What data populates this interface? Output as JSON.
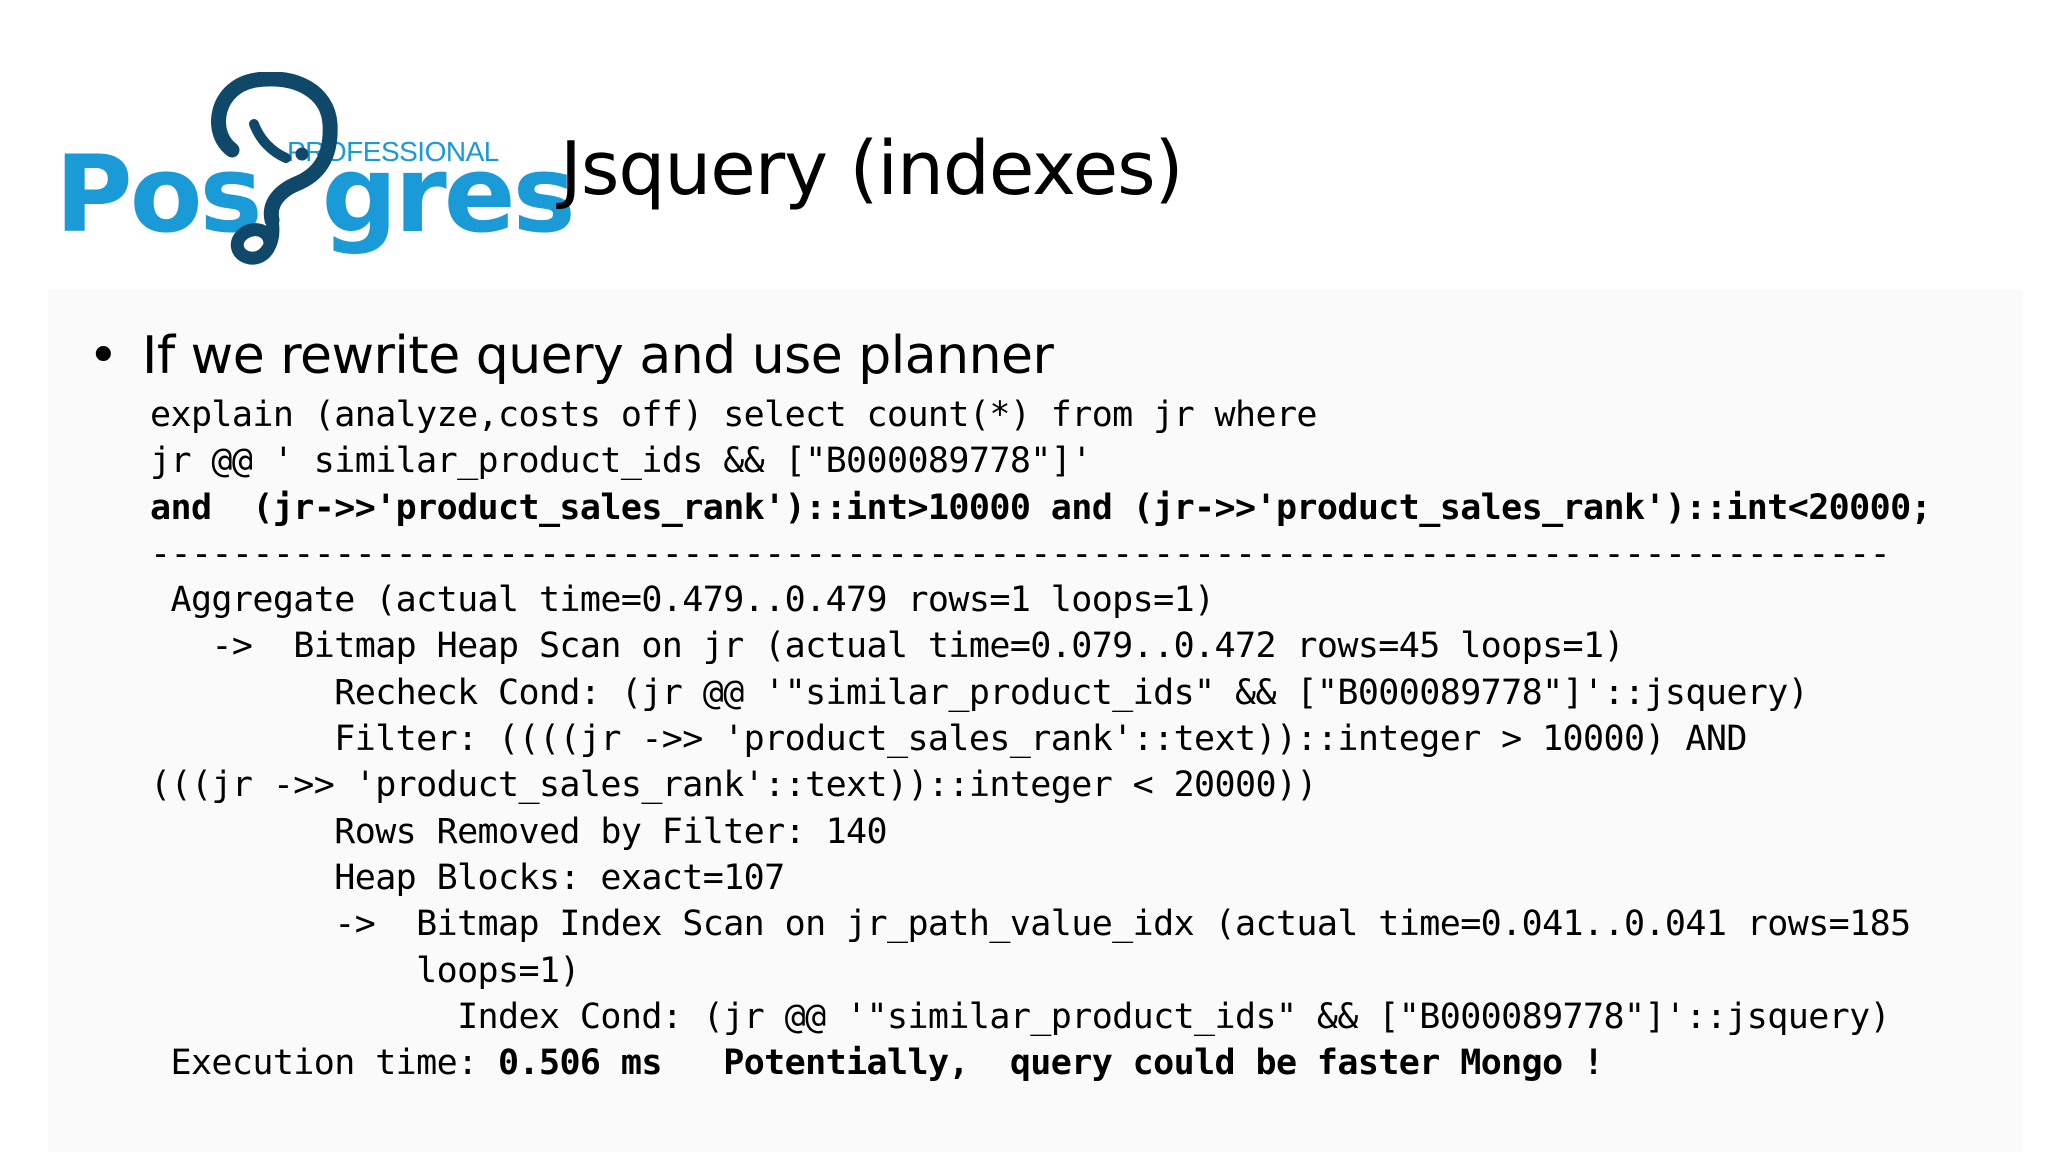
{
  "logo": {
    "word_a": "Pos",
    "word_b": "gres",
    "tagline": "PROFESSIONAL",
    "icon": "elephant-icon",
    "color": "#1a9ad6",
    "dark_color": "#10486a"
  },
  "slide": {
    "title": "Jsquery (indexes)",
    "bullet": "If we rewrite query and use planner"
  },
  "code": {
    "line1": "explain (analyze,costs off) select count(*) from jr where",
    "line2": "jr @@ ' similar_product_ids && [\"B000089778\"]'",
    "line3": "and  (jr->>'product_sales_rank')::int>10000 and (jr->>'product_sales_rank')::int<20000;",
    "separator": "-------------------------------------------------------------------------------------",
    "line5": " Aggregate (actual time=0.479..0.479 rows=1 loops=1)",
    "line6": "   ->  Bitmap Heap Scan on jr (actual time=0.079..0.472 rows=45 loops=1)",
    "line7": "         Recheck Cond: (jr @@ '\"similar_product_ids\" && [\"B000089778\"]'::jsquery)",
    "line8": "         Filter: ((((jr ->> 'product_sales_rank'::text))::integer > 10000) AND",
    "line9": "(((jr ->> 'product_sales_rank'::text))::integer < 20000))",
    "line10": "         Rows Removed by Filter: 140",
    "line11": "         Heap Blocks: exact=107",
    "line12": "         ->  Bitmap Index Scan on jr_path_value_idx (actual time=0.041..0.041 rows=185",
    "line13": "             loops=1)",
    "line14": "               Index Cond: (jr @@ '\"similar_product_ids\" && [\"B000089778\"]'::jsquery)",
    "exec_label": " Execution time: ",
    "exec_value": "0.506 ms",
    "exec_gap": "   ",
    "exec_note": "Potentially,  query could be faster Mongo !"
  }
}
